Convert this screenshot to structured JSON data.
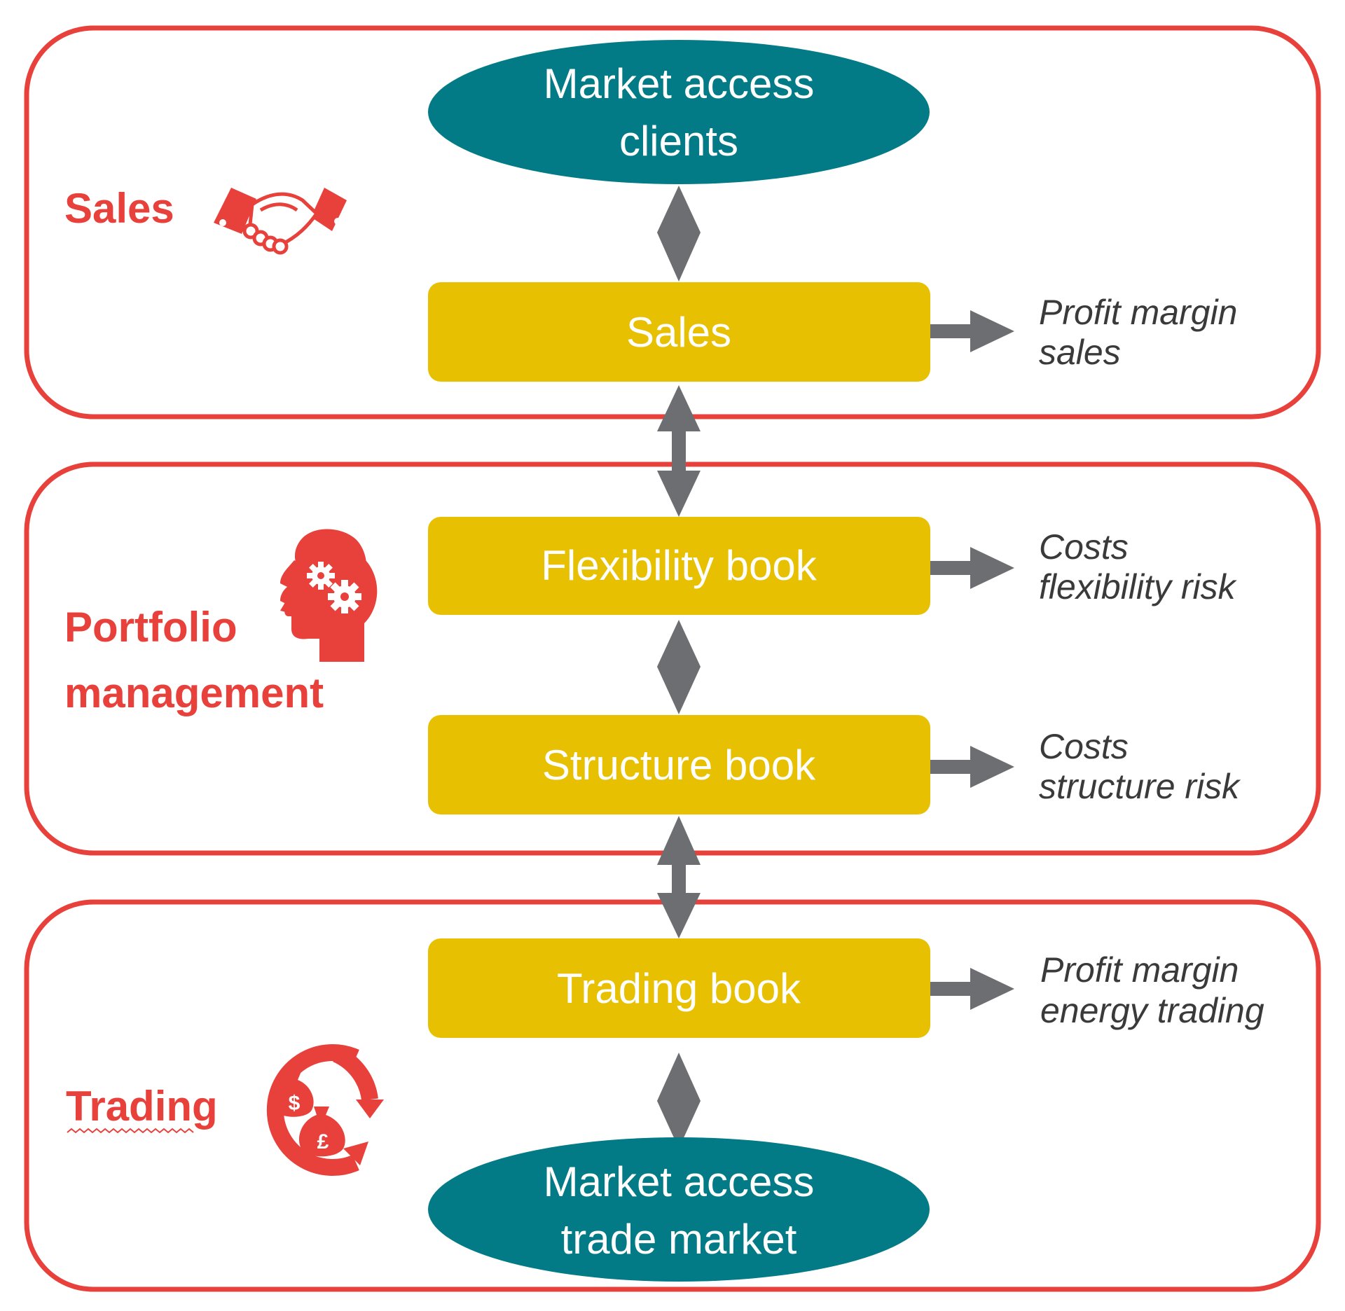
{
  "colors": {
    "frame": "#e8403a",
    "section_label": "#e8403a",
    "ellipse_fill": "#027b86",
    "box_fill": "#e8c002",
    "node_text": "#ffffff",
    "arrow": "#6d6e71",
    "note_text": "#3a3a3a",
    "icon": "#e8403a"
  },
  "sections": {
    "sales": {
      "label": "Sales",
      "icon": "handshake-icon"
    },
    "portfolio": {
      "label_line1": "Portfolio",
      "label_line2": "management",
      "icon": "head-gears-icon"
    },
    "trading": {
      "label": "Trading",
      "icon": "money-exchange-icon"
    }
  },
  "nodes": {
    "market_clients": {
      "line1": "Market access",
      "line2": "clients"
    },
    "sales_box": {
      "label": "Sales"
    },
    "flexibility_book": {
      "label": "Flexibility book"
    },
    "structure_book": {
      "label": "Structure book"
    },
    "trading_book": {
      "label": "Trading book"
    },
    "market_trade": {
      "line1": "Market access",
      "line2": "trade market"
    }
  },
  "notes": {
    "sales": {
      "line1": "Profit margin",
      "line2": "sales"
    },
    "flexibility": {
      "line1": "Costs",
      "line2": "flexibility risk"
    },
    "structure": {
      "line1": "Costs",
      "line2": "structure risk"
    },
    "trading": {
      "line1": "Profit margin",
      "line2": "energy trading"
    }
  }
}
